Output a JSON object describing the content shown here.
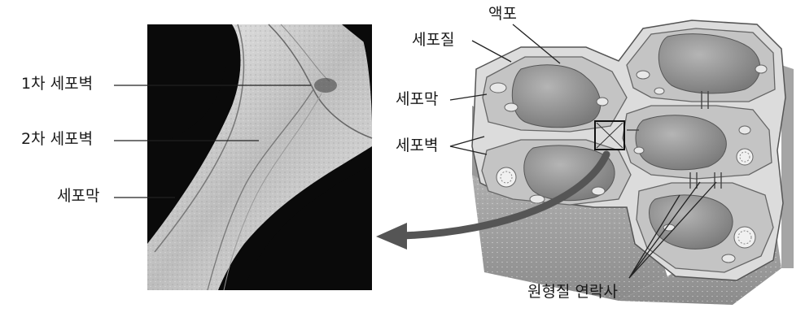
{
  "left_panel": {
    "labels": {
      "primary_wall": "1차 세포벽",
      "secondary_wall": "2차 세포벽",
      "membrane": "세포막"
    }
  },
  "right_panel": {
    "labels": {
      "vacuole": "액포",
      "cytoplasm": "세포질",
      "membrane": "세포막",
      "cell_wall": "세포벽",
      "plasmodesmata": "원형질 연락사"
    }
  },
  "colors": {
    "micrograph_dark": "#0a0a0a",
    "wall_light": "#d9d9d9",
    "cell_fill": "#c8c8c8",
    "vacuole_fill": "#8c8c8c",
    "arrow": "#555555",
    "leader_line": "#222222"
  }
}
